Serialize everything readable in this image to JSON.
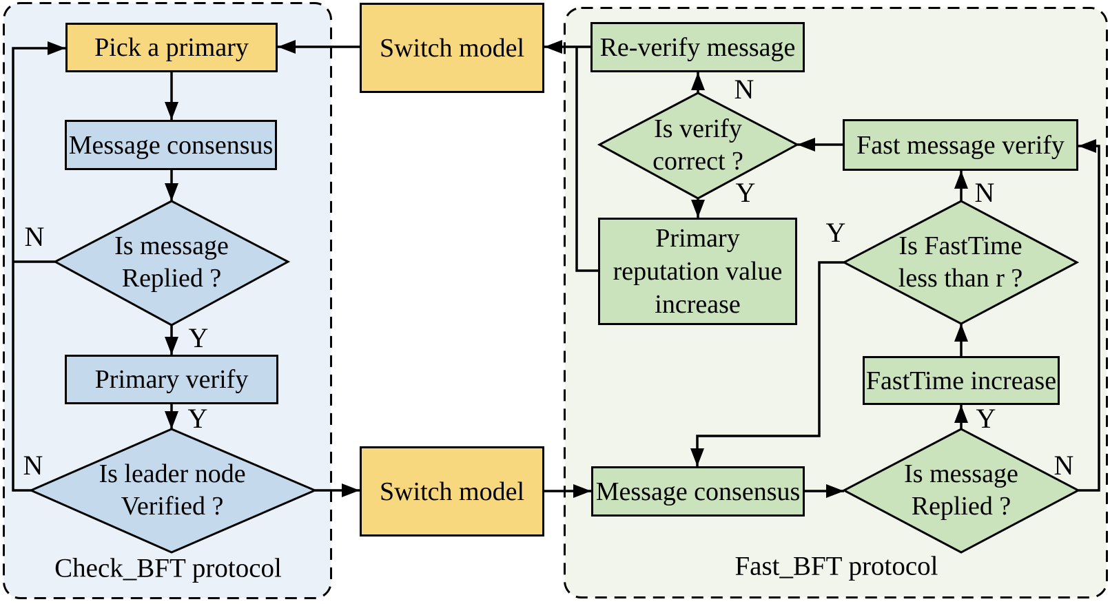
{
  "colors": {
    "yellow": "#F8D87E",
    "blue": "#C5D9ED",
    "green": "#CBE3BC",
    "left_panel_bg": "#EAF1F9",
    "right_panel_bg": "#F1F5EC",
    "line": "#000000"
  },
  "panels": {
    "left": {
      "caption": "Check_BFT protocol"
    },
    "right": {
      "caption": "Fast_BFT protocol"
    }
  },
  "nodes": {
    "pick_primary": {
      "label": "Pick a primary"
    },
    "message_consensus_left": {
      "label": "Message consensus"
    },
    "is_message_replied_left": {
      "lines": [
        "Is message",
        "Replied ?"
      ]
    },
    "primary_verify": {
      "label": "Primary verify"
    },
    "is_leader_verified": {
      "lines": [
        "Is leader node",
        "Verified ?"
      ]
    },
    "switch_model_top": {
      "label": "Switch model"
    },
    "switch_model_bottom": {
      "label": "Switch model"
    },
    "re_verify_message": {
      "label": "Re-verify message"
    },
    "is_verify_correct": {
      "lines": [
        "Is verify",
        "correct ?"
      ]
    },
    "primary_reputation": {
      "lines": [
        "Primary",
        "reputation value",
        "increase"
      ]
    },
    "fast_message_verify": {
      "label": "Fast message verify"
    },
    "is_fasttime_less": {
      "lines": [
        "Is FastTime",
        "less than r ?"
      ]
    },
    "fasttime_increase": {
      "label": "FastTime increase"
    },
    "message_consensus_right": {
      "label": "Message consensus"
    },
    "is_message_replied_right": {
      "lines": [
        "Is message",
        "Replied ?"
      ]
    }
  },
  "edge_labels": {
    "replied_left_n": "N",
    "replied_left_y": "Y",
    "leader_y": "Y",
    "leader_n": "N",
    "verify_correct_n": "N",
    "verify_correct_y": "Y",
    "fasttime_n": "N",
    "fasttime_y": "Y",
    "replied_right_y": "Y",
    "replied_right_n": "N"
  }
}
